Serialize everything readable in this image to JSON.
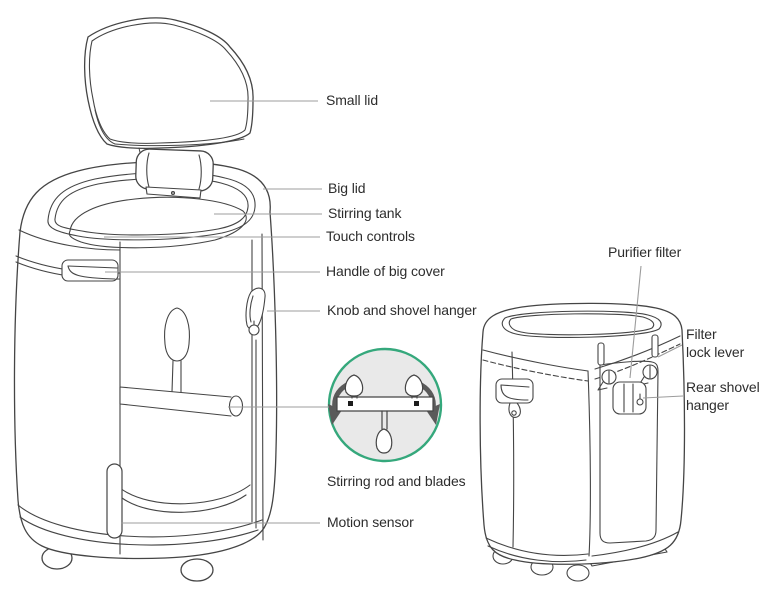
{
  "meta": {
    "description": "Parts diagram of a food-waste composter: front cutaway view, stirring-blade inset, rear view"
  },
  "colors": {
    "background": "#ffffff",
    "line_art": "#454545",
    "leader_line": "#9c9c9c",
    "label_text": "#2d2d2d",
    "inset_ring": "#35a87c",
    "inset_fill": "#e9e9e9",
    "arrow": "#5a5a5a"
  },
  "front_view": {
    "labels": {
      "small_lid": "Small lid",
      "big_lid": "Big lid",
      "stirring_tank": "Stirring tank",
      "touch_controls": "Touch controls",
      "handle_of_big_cover": "Handle of big cover",
      "knob_and_shovel_hanger": "Knob and shovel hanger",
      "motion_sensor": "Motion sensor"
    }
  },
  "inset": {
    "caption": "Stirring rod and blades"
  },
  "rear_view": {
    "labels": {
      "purifier_filter": "Purifier filter",
      "filter_lock_lever": "Filter\nlock lever",
      "rear_shovel_hanger": "Rear shovel\nhanger"
    }
  }
}
